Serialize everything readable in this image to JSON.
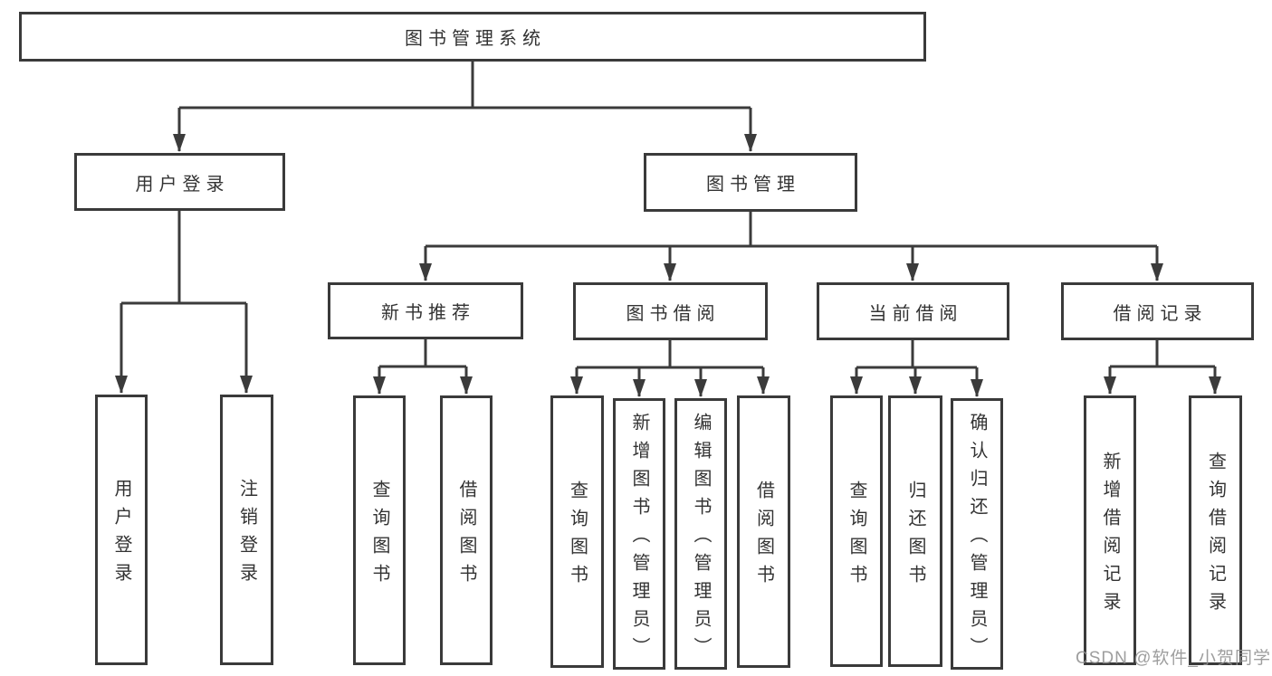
{
  "nodes": {
    "root": {
      "label": "图书管理系统"
    },
    "user_login": {
      "label": "用户登录"
    },
    "book_mgmt": {
      "label": "图书管理"
    },
    "new_book_rec": {
      "label": "新书推荐"
    },
    "book_borrow": {
      "label": "图书借阅"
    },
    "current_borrow": {
      "label": "当前借阅"
    },
    "borrow_record": {
      "label": "借阅记录"
    },
    "user_login_leaf": {
      "label": "用户登录"
    },
    "logout_leaf": {
      "label": "注销登录"
    },
    "query_books_1": {
      "label": "查询图书"
    },
    "borrow_books_1": {
      "label": "借阅图书"
    },
    "query_books_2": {
      "label": "查询图书"
    },
    "add_books": {
      "label": "新增图书（管理员）"
    },
    "edit_books": {
      "label": "编辑图书（管理员）"
    },
    "borrow_books_2": {
      "label": "借阅图书"
    },
    "query_books_3": {
      "label": "查询图书"
    },
    "return_books": {
      "label": "归还图书"
    },
    "confirm_return": {
      "label": "确认归还（管理员）"
    },
    "add_borrow_record": {
      "label": "新增借阅记录"
    },
    "query_borrow_record": {
      "label": "查询借阅记录"
    }
  },
  "structure": {
    "图书管理系统": {
      "用户登录": [
        "用户登录",
        "注销登录"
      ],
      "图书管理": {
        "新书推荐": [
          "查询图书",
          "借阅图书"
        ],
        "图书借阅": [
          "查询图书",
          "新增图书（管理员）",
          "编辑图书（管理员）",
          "借阅图书"
        ],
        "当前借阅": [
          "查询图书",
          "归还图书",
          "确认归还（管理员）"
        ],
        "借阅记录": [
          "新增借阅记录",
          "查询借阅记录"
        ]
      }
    }
  },
  "watermark": {
    "text": "CSDN @软件_小贺同学"
  },
  "colors": {
    "line": "#3b3b3b",
    "box_border": "#3a3a3a",
    "text": "#333333",
    "background": "#ffffff",
    "watermark": "#919191"
  }
}
